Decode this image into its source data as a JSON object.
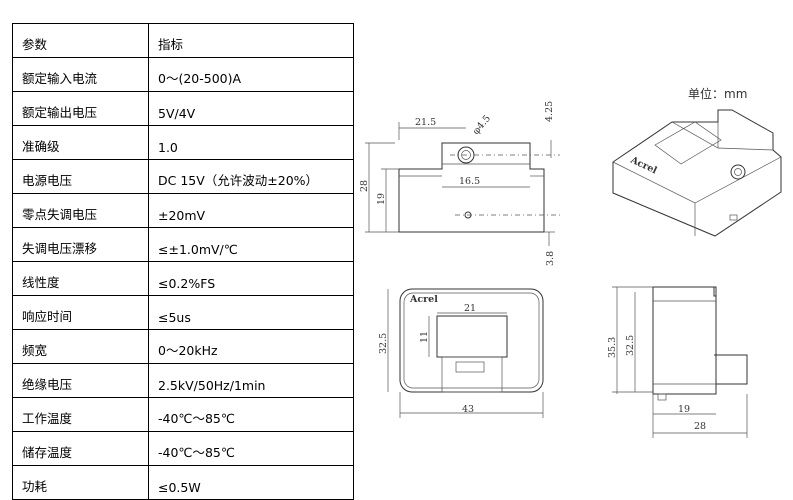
{
  "spec_table": {
    "header": [
      "参数",
      "指标"
    ],
    "rows": [
      [
        "额定输入电流",
        "0～(20-500)A"
      ],
      [
        "额定输出电压",
        "5V/4V"
      ],
      [
        "准确级",
        "1.0"
      ],
      [
        "电源电压",
        "DC 15V（允许波动±20%）"
      ],
      [
        "零点失调电压",
        "±20mV"
      ],
      [
        "失调电压漂移",
        "≤±1.0mV/℃"
      ],
      [
        "线性度",
        "≤0.2%FS"
      ],
      [
        "响应时间",
        "≤5us"
      ],
      [
        "频宽",
        "0～20kHz"
      ],
      [
        "绝缘电压",
        "2.5kV/50Hz/1min"
      ],
      [
        "工作温度",
        "-40℃～85℃"
      ],
      [
        "储存温度",
        "-40℃～85℃"
      ],
      [
        "功耗",
        "≤0.5W"
      ]
    ]
  },
  "drawings": {
    "unit_label": "单位：mm",
    "brand": "Acrel",
    "front": {
      "d_top_width": "21.5",
      "d_hole": "φ4.5",
      "d_top_height": "4.25",
      "d_inner": "16.5",
      "d_height": "28",
      "d_body": "19",
      "d_bottom": "3.8"
    },
    "top": {
      "d_window_w": "21",
      "d_window_h": "11",
      "d_height": "32.5",
      "d_width": "43"
    },
    "side": {
      "d_total": "35.3",
      "d_height": "32.5",
      "d_body": "19",
      "d_width": "28"
    }
  }
}
